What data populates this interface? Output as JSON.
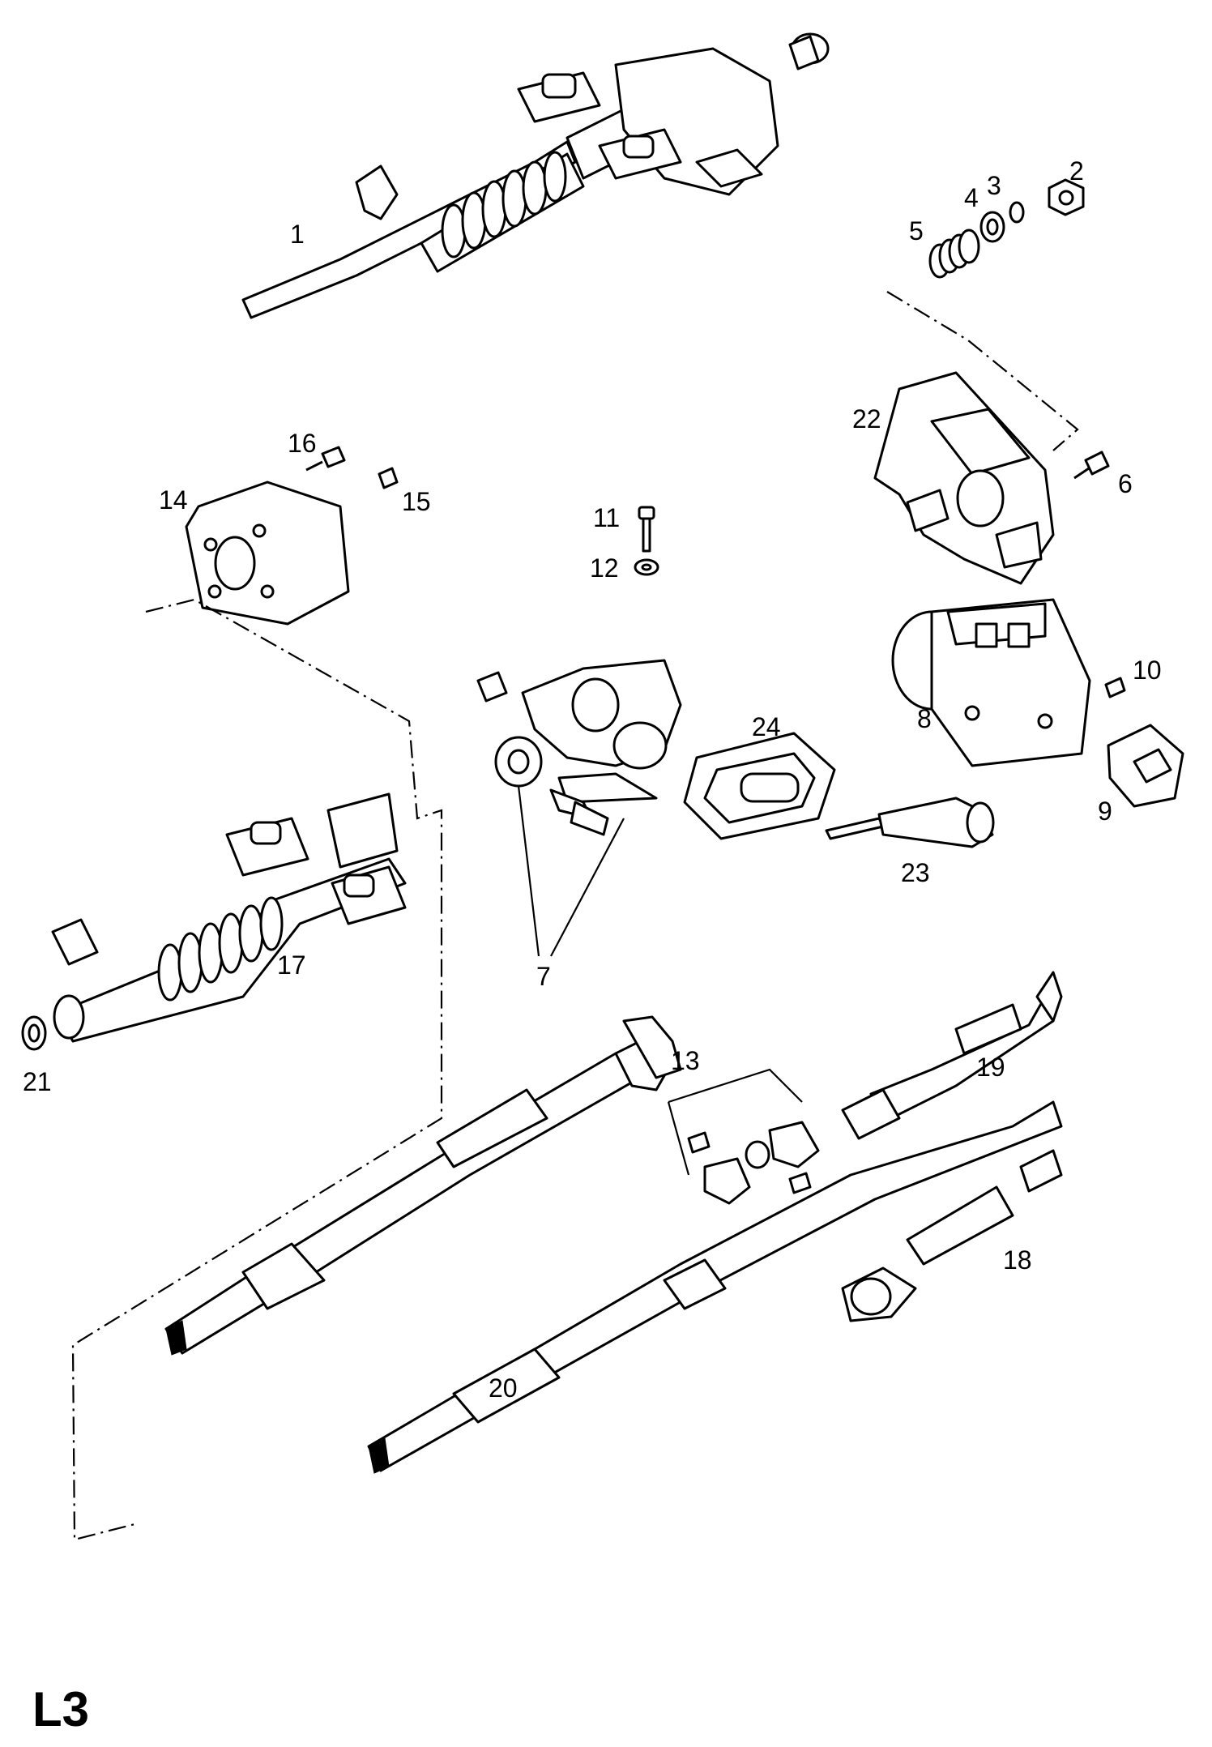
{
  "diagram": {
    "page_code": "L3",
    "callouts": {
      "c1": "1",
      "c2": "2",
      "c3": "3",
      "c4": "4",
      "c5": "5",
      "c6": "6",
      "c7": "7",
      "c8": "8",
      "c9": "9",
      "c10": "10",
      "c11": "11",
      "c12": "12",
      "c13": "13",
      "c14": "14",
      "c15": "15",
      "c16": "16",
      "c17": "17",
      "c18": "18",
      "c19": "19",
      "c20": "20",
      "c21": "21",
      "c22": "22",
      "c23": "23",
      "c24": "24"
    }
  }
}
